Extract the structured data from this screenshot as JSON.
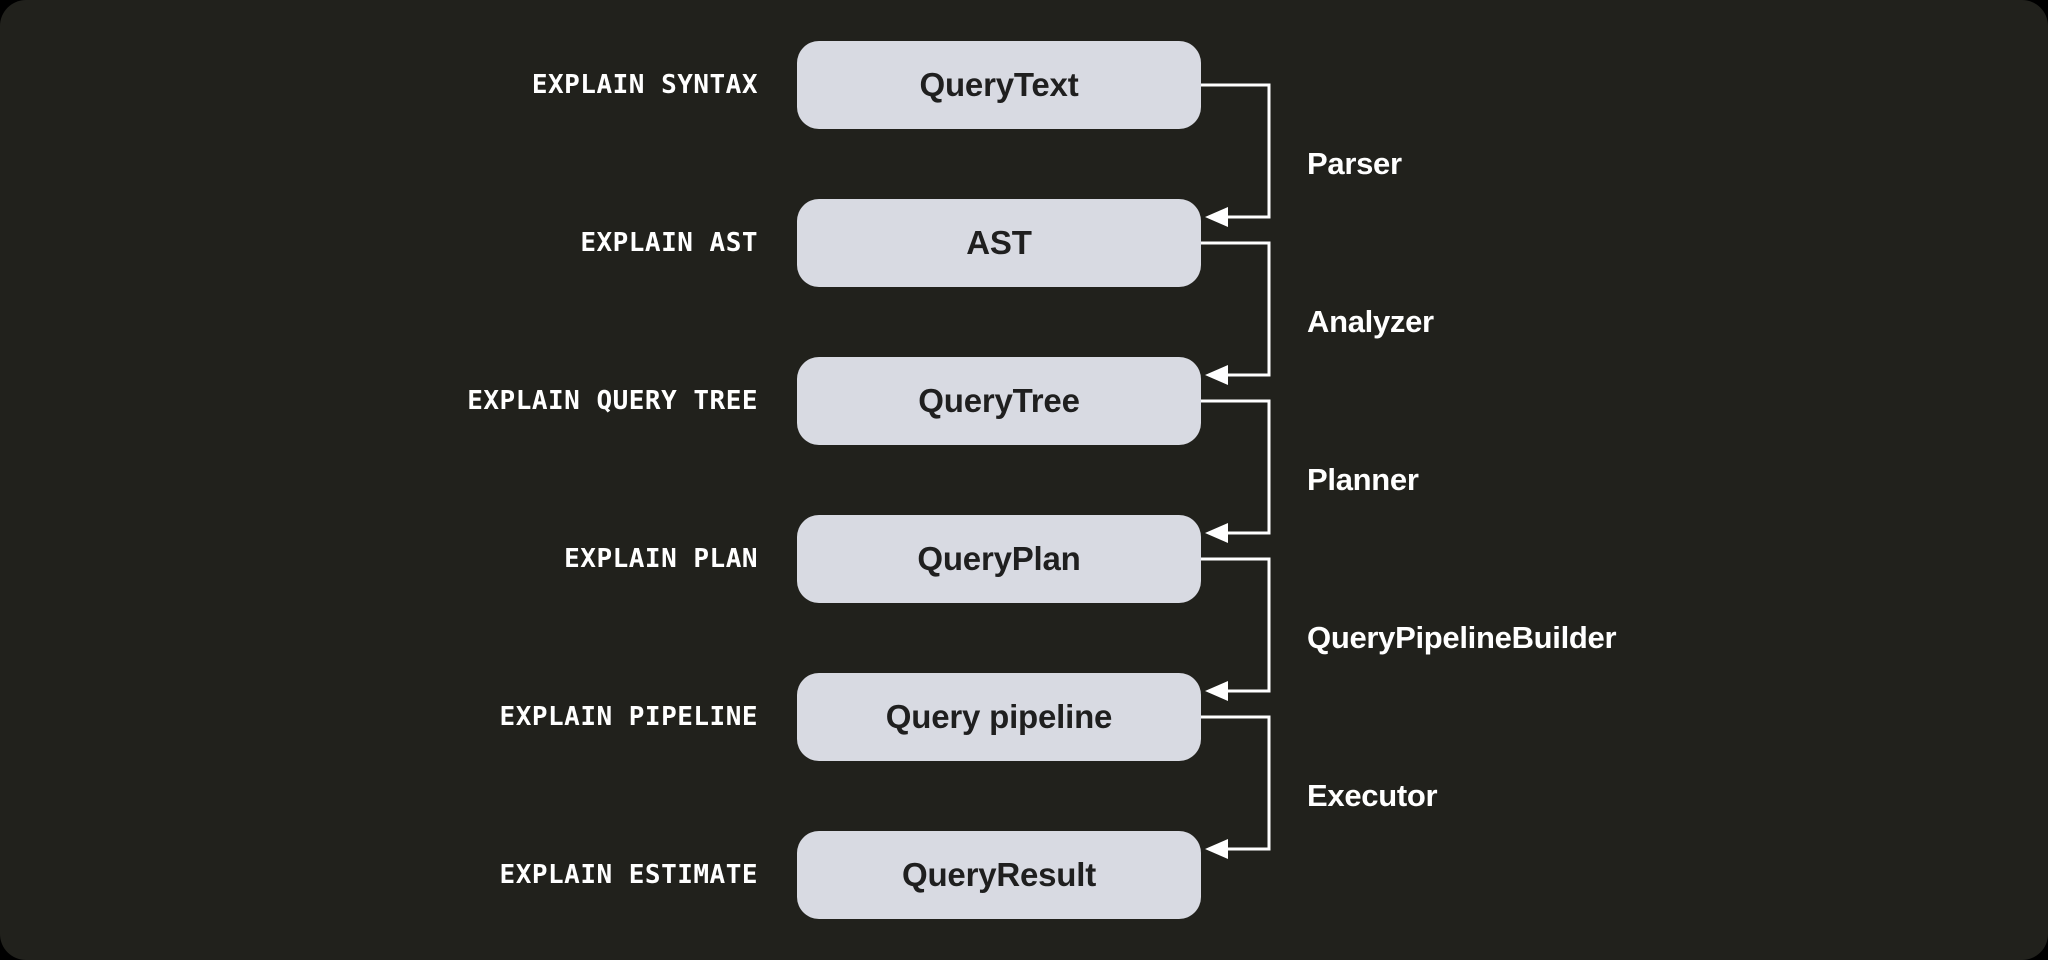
{
  "diagram": {
    "title": "query-explain-pipeline-diagram",
    "colors": {
      "page_background": "#21211c",
      "outer_background": "#000000",
      "node_fill": "#d8dae2",
      "node_text": "#1f1f1f",
      "command_text": "#ffffff",
      "stage_text": "#ffffff",
      "connector": "#ffffff"
    },
    "rows": [
      {
        "command": "EXPLAIN SYNTAX",
        "node": "QueryText"
      },
      {
        "command": "EXPLAIN AST",
        "node": "AST"
      },
      {
        "command": "EXPLAIN QUERY TREE",
        "node": "QueryTree"
      },
      {
        "command": "EXPLAIN PLAN",
        "node": "QueryPlan"
      },
      {
        "command": "EXPLAIN PIPELINE",
        "node": "Query pipeline"
      },
      {
        "command": "EXPLAIN ESTIMATE",
        "node": "QueryResult"
      }
    ],
    "stages": [
      {
        "name": "Parser"
      },
      {
        "name": "Analyzer"
      },
      {
        "name": "Planner"
      },
      {
        "name": "QueryPipelineBuilder"
      },
      {
        "name": "Executor"
      }
    ]
  }
}
